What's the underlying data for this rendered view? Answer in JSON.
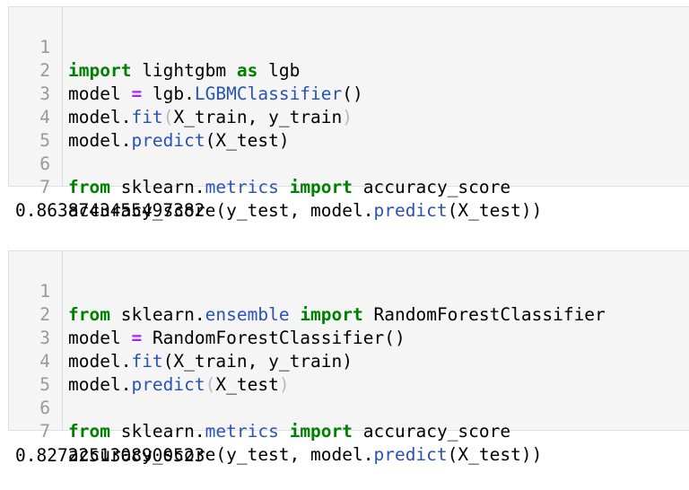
{
  "cells": [
    {
      "lines": [
        {
          "num": "1",
          "t0": "import",
          "t1": " lightgbm ",
          "t2": "as",
          "t3": " lgb"
        },
        {
          "num": "2",
          "t0": "model ",
          "t1": "=",
          "t2": " lgb.",
          "t3": "LGBMClassifier",
          "t4": "()"
        },
        {
          "num": "3",
          "t0": "model.",
          "t1": "fit",
          "t2": "(",
          "t3": "X_train, y_train",
          "t4": ")"
        },
        {
          "num": "4",
          "t0": "model.",
          "t1": "predict",
          "t2": "(X_test)"
        },
        {
          "num": "5"
        },
        {
          "num": "6",
          "t0": "from",
          "t1": " sklearn.",
          "t2": "metrics",
          "t3": " ",
          "t4": "import",
          "t5": " accuracy_score"
        },
        {
          "num": "7",
          "t0": "accuracy_score(y_test, model.",
          "t1": "predict",
          "t2": "(X_test))"
        }
      ],
      "output": "0.8638743455497382"
    },
    {
      "lines": [
        {
          "num": "1",
          "t0": "from",
          "t1": " sklearn.",
          "t2": "ensemble",
          "t3": " ",
          "t4": "import",
          "t5": " RandomForestClassifier"
        },
        {
          "num": "2",
          "t0": "model ",
          "t1": "=",
          "t2": " RandomForestClassifier()"
        },
        {
          "num": "3",
          "t0": "model.",
          "t1": "fit",
          "t2": "(X_train, y_train)"
        },
        {
          "num": "4",
          "t0": "model.",
          "t1": "predict",
          "t2": "(",
          "t3": "X_test",
          "t4": ")"
        },
        {
          "num": "5"
        },
        {
          "num": "6",
          "t0": "from",
          "t1": " sklearn.",
          "t2": "metrics",
          "t3": " ",
          "t4": "import",
          "t5": " accuracy_score"
        },
        {
          "num": "7",
          "t0": "accuracy_score(y_test, model.",
          "t1": "predict",
          "t2": "(X_test))"
        }
      ],
      "output": "0.8272251308900523"
    }
  ],
  "colors": {
    "keyword": "#008000",
    "operator": "#aa22ff",
    "name": "#2953b5",
    "line_number": "#999999",
    "cell_background": "#f5f5f5",
    "cell_border": "#e0e0e0"
  }
}
